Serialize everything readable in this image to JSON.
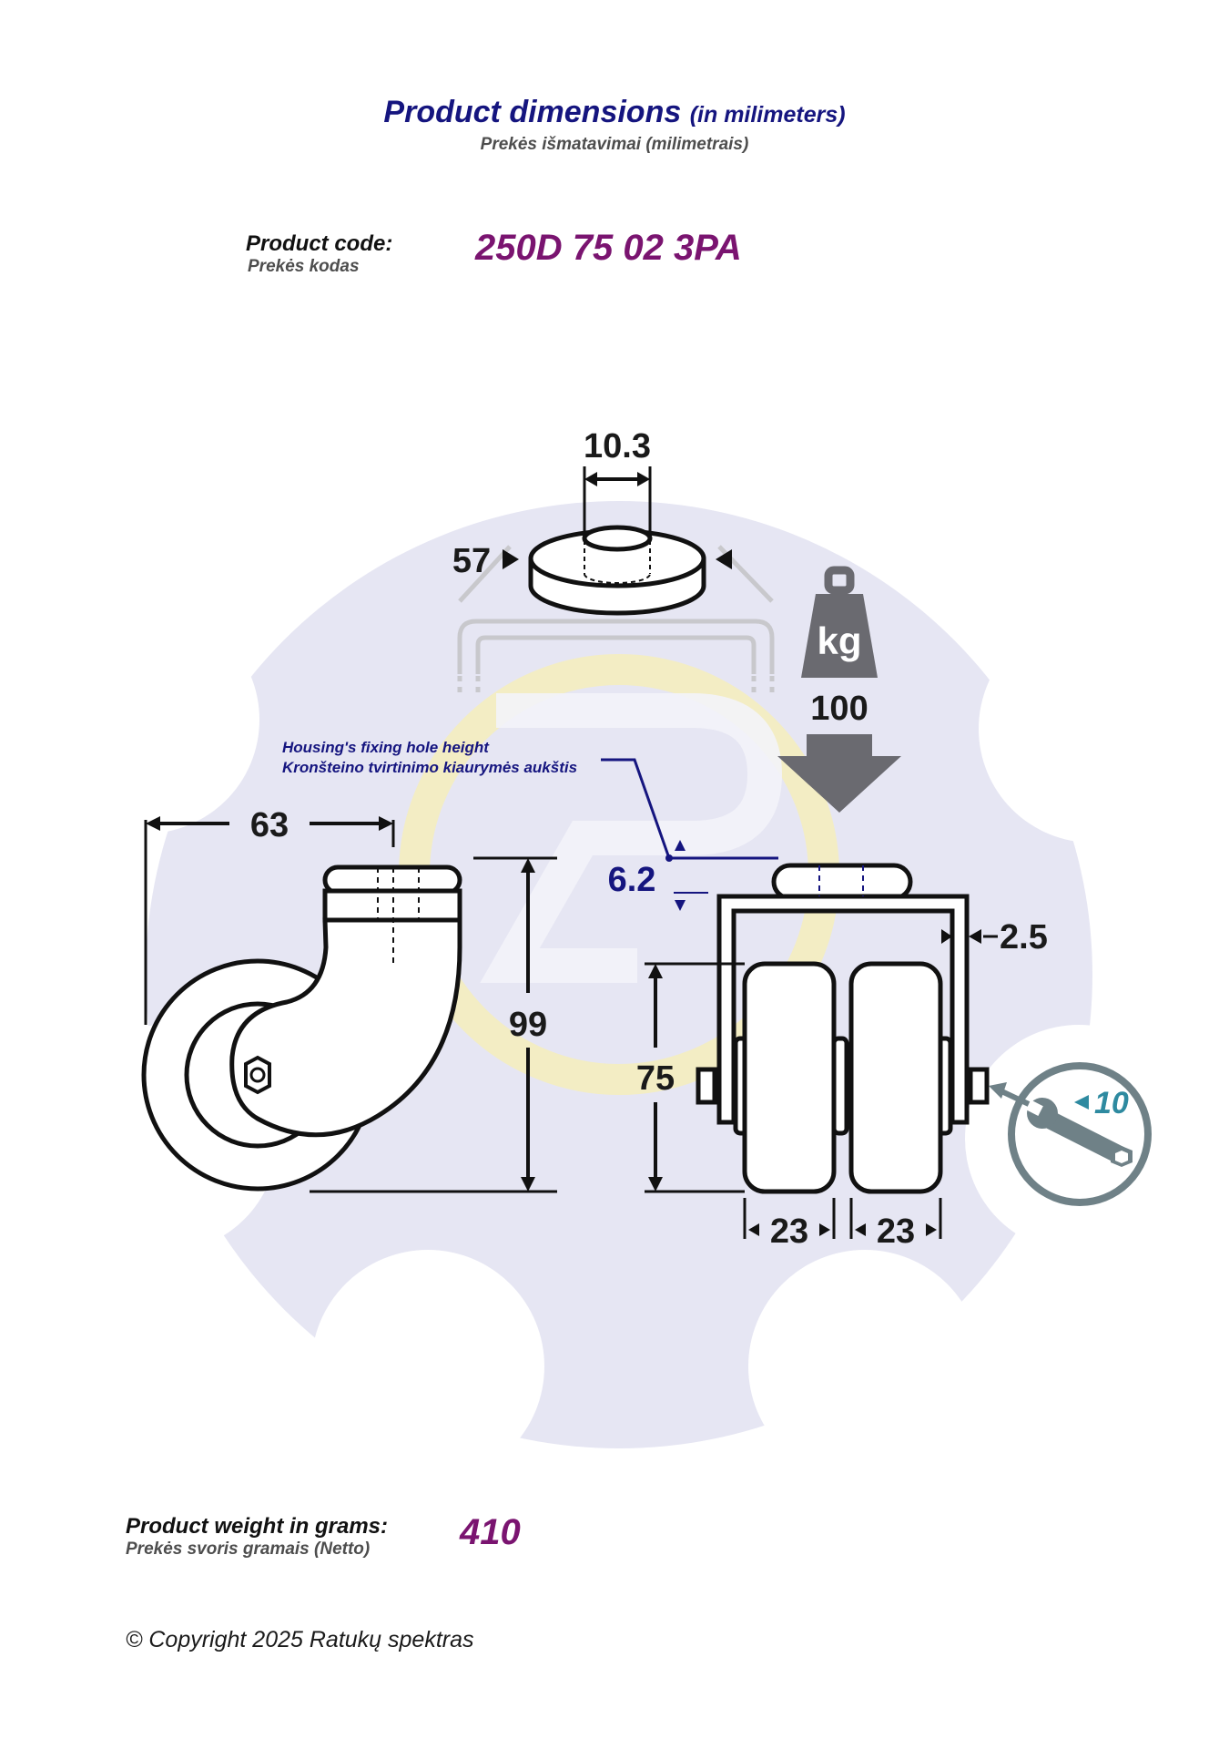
{
  "header": {
    "title": "Product dimensions",
    "title_unit": "(in milimeters)",
    "subtitle": "Prekės išmatavimai (milimetrais)"
  },
  "product_code": {
    "label": "Product code:",
    "label_lt": "Prekės kodas",
    "value": "250D 75 02 3PA"
  },
  "diagram": {
    "plate_hole_diameter": "10.3",
    "plate_diameter": "57",
    "load_icon": "kg",
    "load_capacity": "100",
    "housing_note": "Housing's fixing hole height",
    "housing_note_lt": "Kronšteino tvirtinimo kiaurymės aukštis",
    "fixing_hole_height": "6.2",
    "offset": "63",
    "total_height": "99",
    "bracket_thickness": "2.5",
    "wheel_diameter": "75",
    "wheel_width_1": "23",
    "wheel_width_2": "23",
    "wrench_size": "10",
    "icons": [
      "kg-weight-icon",
      "down-arrow-icon",
      "wrench-icon"
    ]
  },
  "weight": {
    "label": "Product weight in grams:",
    "label_lt": "Prekės svoris gramais (Netto)",
    "value": "410"
  },
  "footer": {
    "copyright": "© Copyright 2025 Ratukų spektras"
  },
  "colors": {
    "title": "#15157f",
    "code": "#7a1470",
    "background_shape": "#e6e6f3",
    "weight_icon": "#6a6a70",
    "wrench_circle": "#6f8187",
    "wrench_size": "#2e8aa0"
  }
}
